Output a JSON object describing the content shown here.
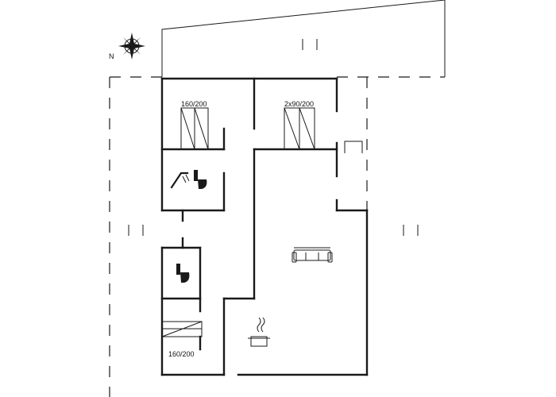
{
  "compass": {
    "north_label": "N"
  },
  "rooms": {
    "bedroom_top_left": {
      "bed_label": "160/200"
    },
    "bedroom_top_right": {
      "bed_label": "2x90/200"
    },
    "bedroom_bottom_left": {
      "bed_label": "160/200"
    }
  }
}
